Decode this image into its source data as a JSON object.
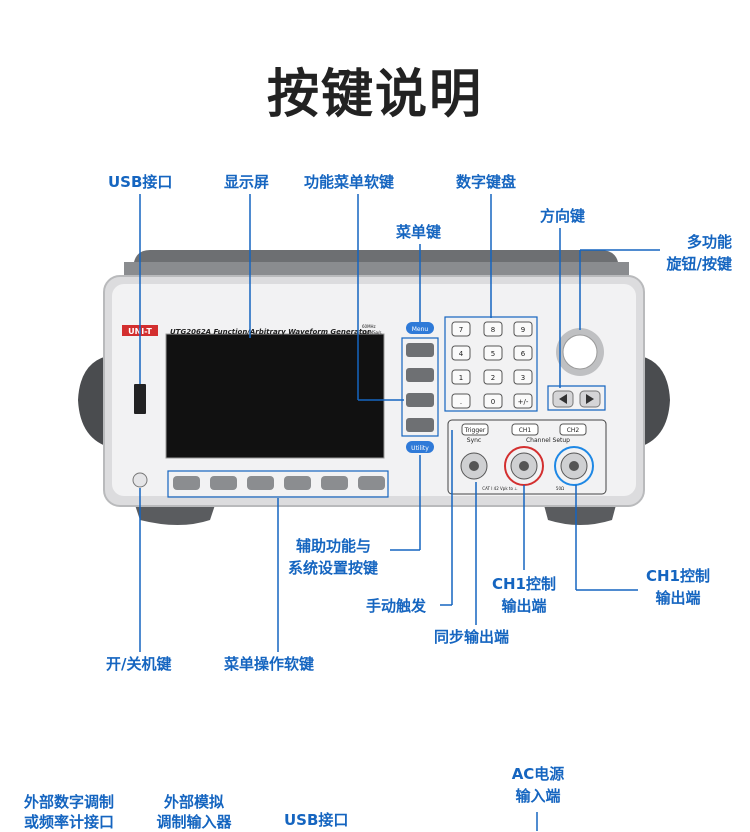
{
  "title": "按键说明",
  "brand": {
    "logo": "UNI-T",
    "model": "UTG2062A Function/Arbitrary Waveform Generator",
    "spec1": "60MHz",
    "spec2": "250MSa/s"
  },
  "labels": {
    "usb": "USB接口",
    "display": "显示屏",
    "func_softkeys": "功能菜单软键",
    "numpad": "数字键盘",
    "menu_key": "菜单键",
    "arrow_keys": "方向键",
    "knob_line1": "多功能",
    "knob_line2": "旋钮/按键",
    "utility_line1": "辅助功能与",
    "utility_line2": "系统设置按键",
    "ch1_ctrl_line1": "CH1控制",
    "ch1_ctrl_line2": "输出端",
    "ch1_ctrl2_line1": "CH1控制",
    "ch1_ctrl2_line2": "输出端",
    "trigger": "手动触发",
    "sync_out": "同步输出端",
    "power": "开/关机键",
    "menu_softkeys": "菜单操作软键"
  },
  "panel": {
    "menu": "Menu",
    "utility": "Utility",
    "keys": [
      "7",
      "8",
      "9",
      "4",
      "5",
      "6",
      "1",
      "2",
      "3",
      ".",
      "0",
      "+/-"
    ],
    "trigger": "Trigger",
    "ch1": "CH1",
    "ch2": "CH2",
    "sync": "Sync",
    "channel_setup": "Channel Setup",
    "bottom_text": "CAT I  42 Vpk to ⊥",
    "ohm": "50Ω"
  },
  "bottom": {
    "ext_digital_line1": "外部数字调制",
    "ext_digital_line2": "或频率计接口",
    "ext_analog_line1": "外部模拟",
    "ext_analog_line2": "调制输入器",
    "usb": "USB接口",
    "ac_line1": "AC电源",
    "ac_line2": "输入端"
  },
  "colors": {
    "label": "#1565c0",
    "line": "#1565c0",
    "ch1_ring": "#d32f2f",
    "ch2_ring": "#1e88e5"
  }
}
